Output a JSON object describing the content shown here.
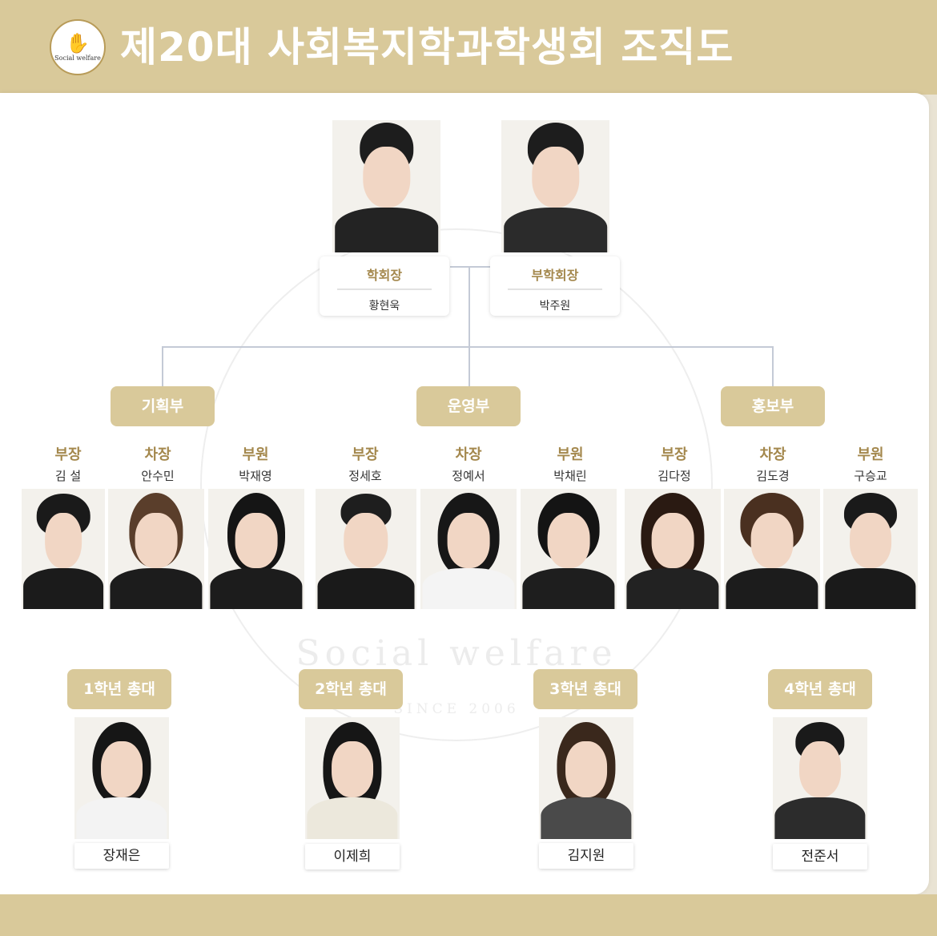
{
  "header": {
    "title": "제20대 사회복지학과학생회 조직도",
    "logo_text": "Social welfare"
  },
  "watermark": {
    "text": "Social welfare",
    "since": "SINCE 2006"
  },
  "colors": {
    "accent": "#d9c99a",
    "role_gold": "#a4884d",
    "connector": "#c4cad6"
  },
  "leaders": [
    {
      "role": "학회장",
      "name": "황현욱"
    },
    {
      "role": "부학회장",
      "name": "박주원"
    }
  ],
  "departments": [
    {
      "name": "기획부",
      "members": [
        {
          "position": "부장",
          "name": "김 설"
        },
        {
          "position": "차장",
          "name": "안수민"
        },
        {
          "position": "부원",
          "name": "박재영"
        }
      ]
    },
    {
      "name": "운영부",
      "members": [
        {
          "position": "부장",
          "name": "정세호"
        },
        {
          "position": "차장",
          "name": "정예서"
        },
        {
          "position": "부원",
          "name": "박채린"
        }
      ]
    },
    {
      "name": "홍보부",
      "members": [
        {
          "position": "부장",
          "name": "김다정"
        },
        {
          "position": "차장",
          "name": "김도경"
        },
        {
          "position": "부원",
          "name": "구승교"
        }
      ]
    }
  ],
  "grade_reps": [
    {
      "label": "1학년 총대",
      "name": "장재은"
    },
    {
      "label": "2학년 총대",
      "name": "이제희"
    },
    {
      "label": "3학년 총대",
      "name": "김지원"
    },
    {
      "label": "4학년 총대",
      "name": "전준서"
    }
  ]
}
